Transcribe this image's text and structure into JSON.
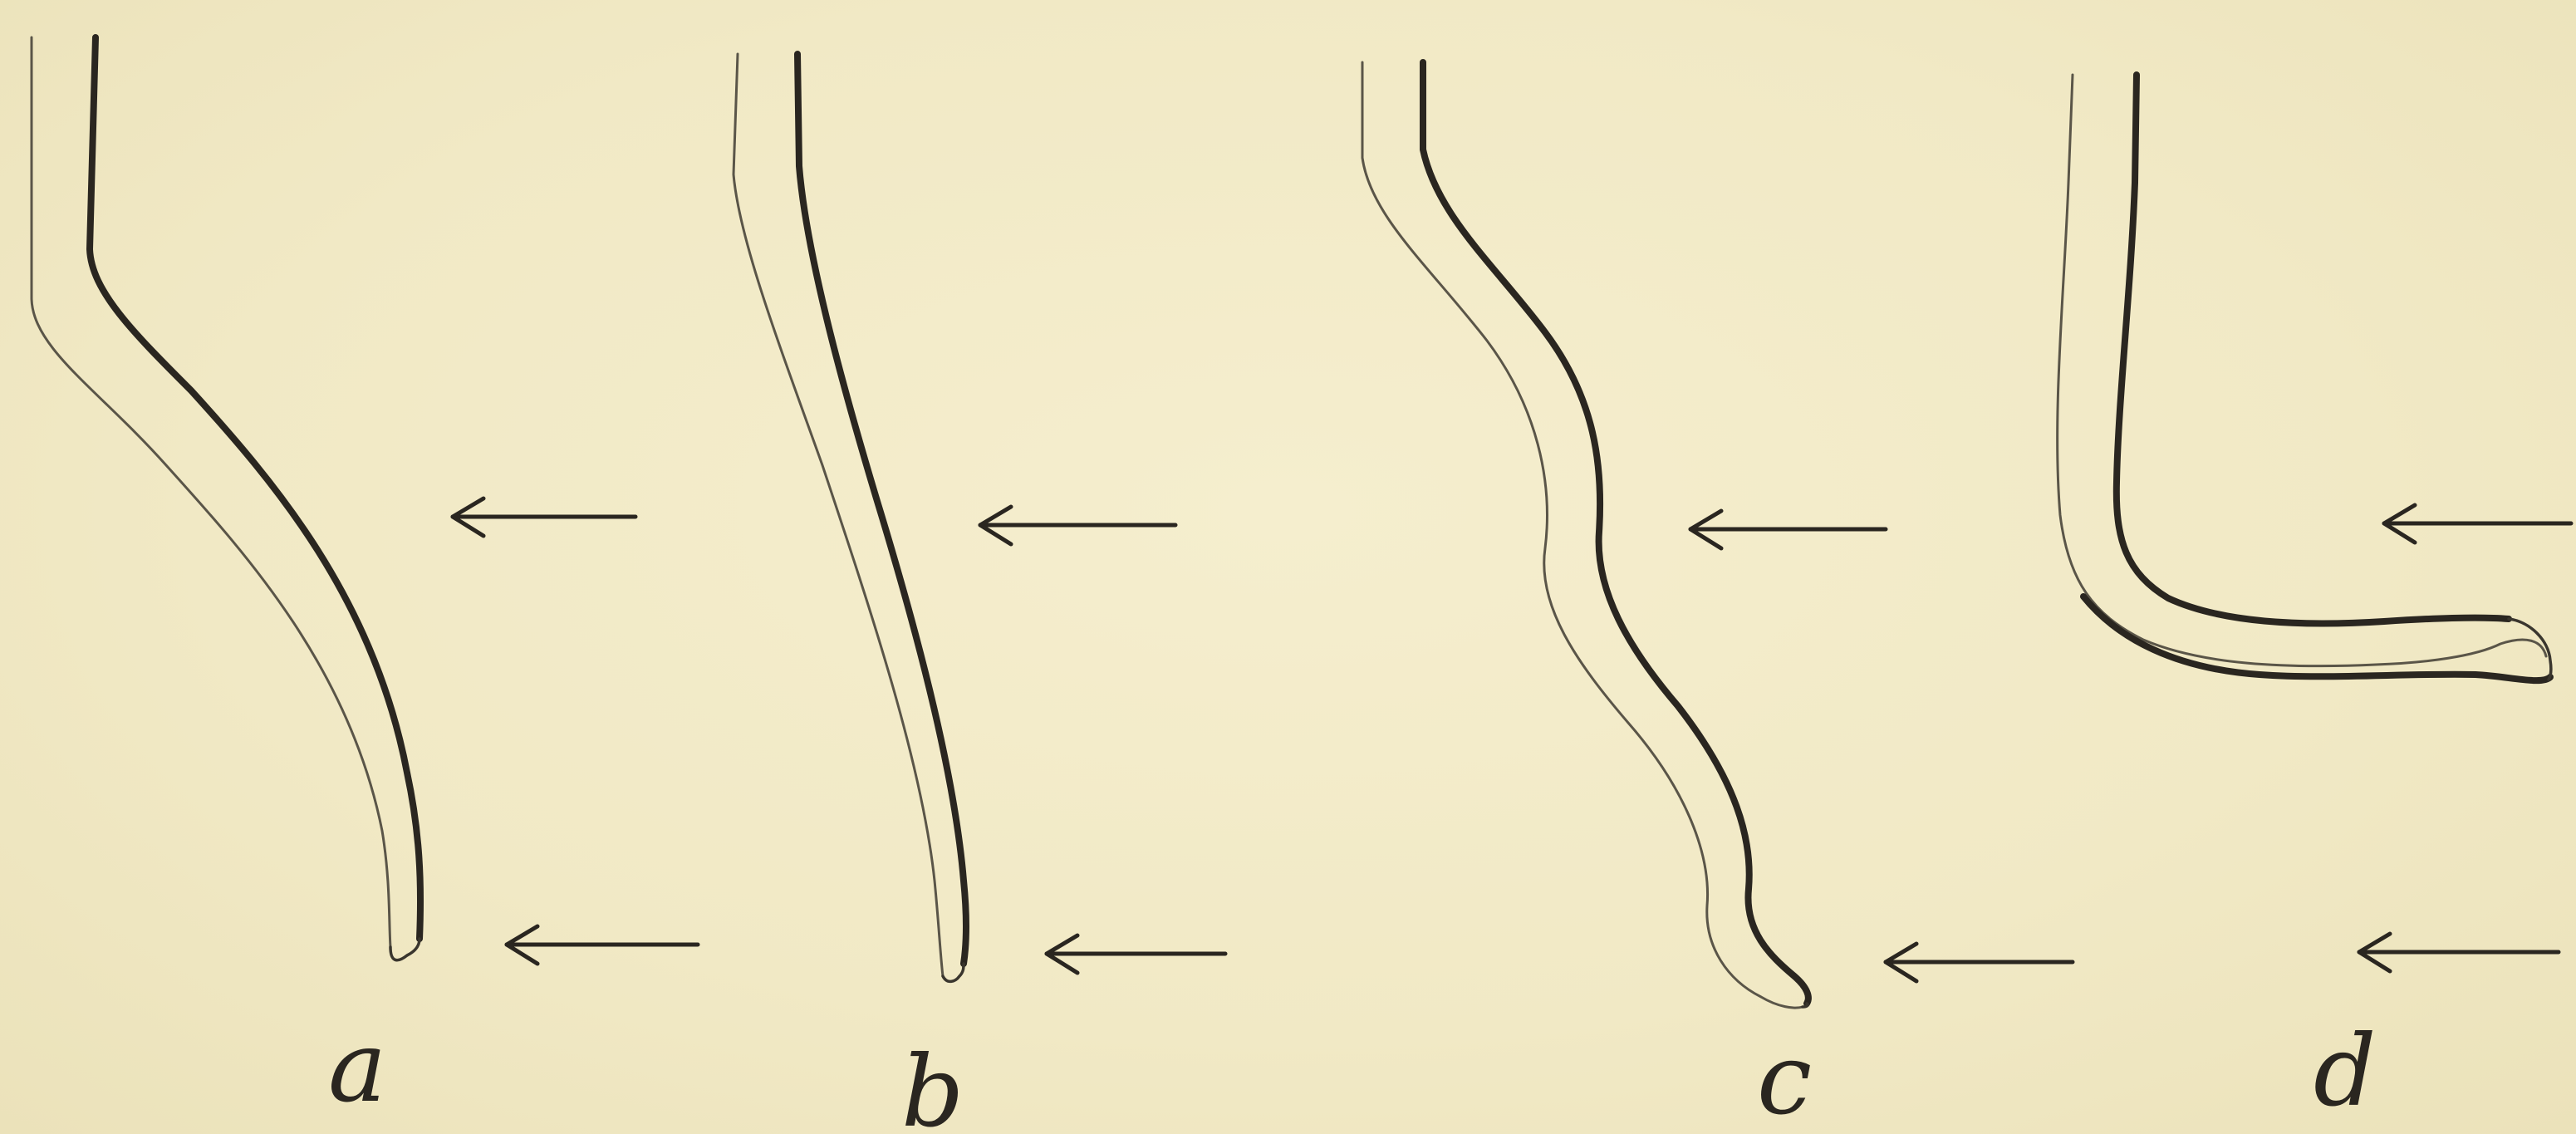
{
  "figure": {
    "background_color": "#f3ecca",
    "ink_color": "#2a2620",
    "panels": [
      {
        "label": "a",
        "arrows": 2
      },
      {
        "label": "b",
        "arrows": 2
      },
      {
        "label": "c",
        "arrows": 2
      },
      {
        "label": "d",
        "arrows": 2
      }
    ]
  }
}
